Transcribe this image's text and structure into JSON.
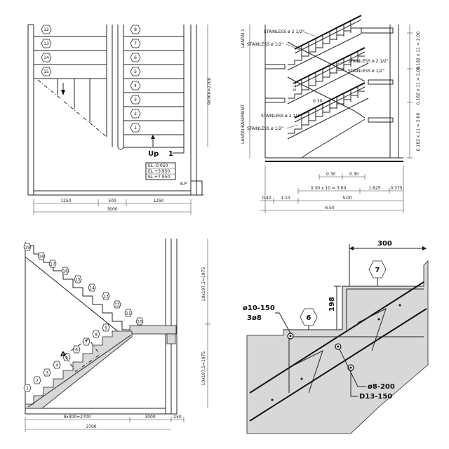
{
  "plan": {
    "steps_left": [
      "12",
      "13",
      "14",
      "15"
    ],
    "steps_right": [
      "8",
      "7",
      "6",
      "5",
      "4",
      "3",
      "2",
      "1"
    ],
    "up_label": "Up",
    "up_num": "1",
    "elevations": [
      "EL.-0.050",
      "EL.+3.950",
      "EL.+7.950"
    ],
    "grid_label": "K-P",
    "vertical_dim": "9x300=2700",
    "dims": [
      "1250",
      "500",
      "1250"
    ],
    "total": "3000"
  },
  "section_tr": {
    "level_top": "LANTAI 1",
    "level_bottom": "LANTAI BASEMENT",
    "stainless_large": "STAINLESS ø 2 1/2\"",
    "stainless_small": "STAINLESS ø 1/2\"",
    "dim_018": "0.18",
    "dim_030": "0.30",
    "dim_row1": [
      "0.30",
      "0.30"
    ],
    "dim_row2": [
      "0.30 x 10 = 3.00",
      "1.625",
      "0.375"
    ],
    "dim_row3": [
      "0.40",
      "1.10",
      "5.00"
    ],
    "total": "6.50",
    "right_dims": [
      "0.182 x 11 = 2.00",
      "0.182 x 11 = 2.00",
      "0.182 x 11 = 2.00"
    ]
  },
  "section_bl": {
    "steps": [
      "1",
      "2",
      "3",
      "4",
      "5",
      "6",
      "7",
      "8",
      "9",
      "10",
      "11",
      "12",
      "13",
      "14",
      "15",
      "16",
      "17",
      "18",
      "19"
    ],
    "mark_a": "A",
    "right_dims": [
      "10x197.5=1975",
      "10x197.5=1975"
    ],
    "bottom_dims": [
      "9x300=2700",
      "1000",
      "250"
    ],
    "total": "3700"
  },
  "detail": {
    "tread": "300",
    "riser": "198",
    "hex_top": "7",
    "hex_mid": "6",
    "rebars": [
      "ø10-150",
      "3ø8",
      "ø8-200",
      "D13-150"
    ]
  }
}
